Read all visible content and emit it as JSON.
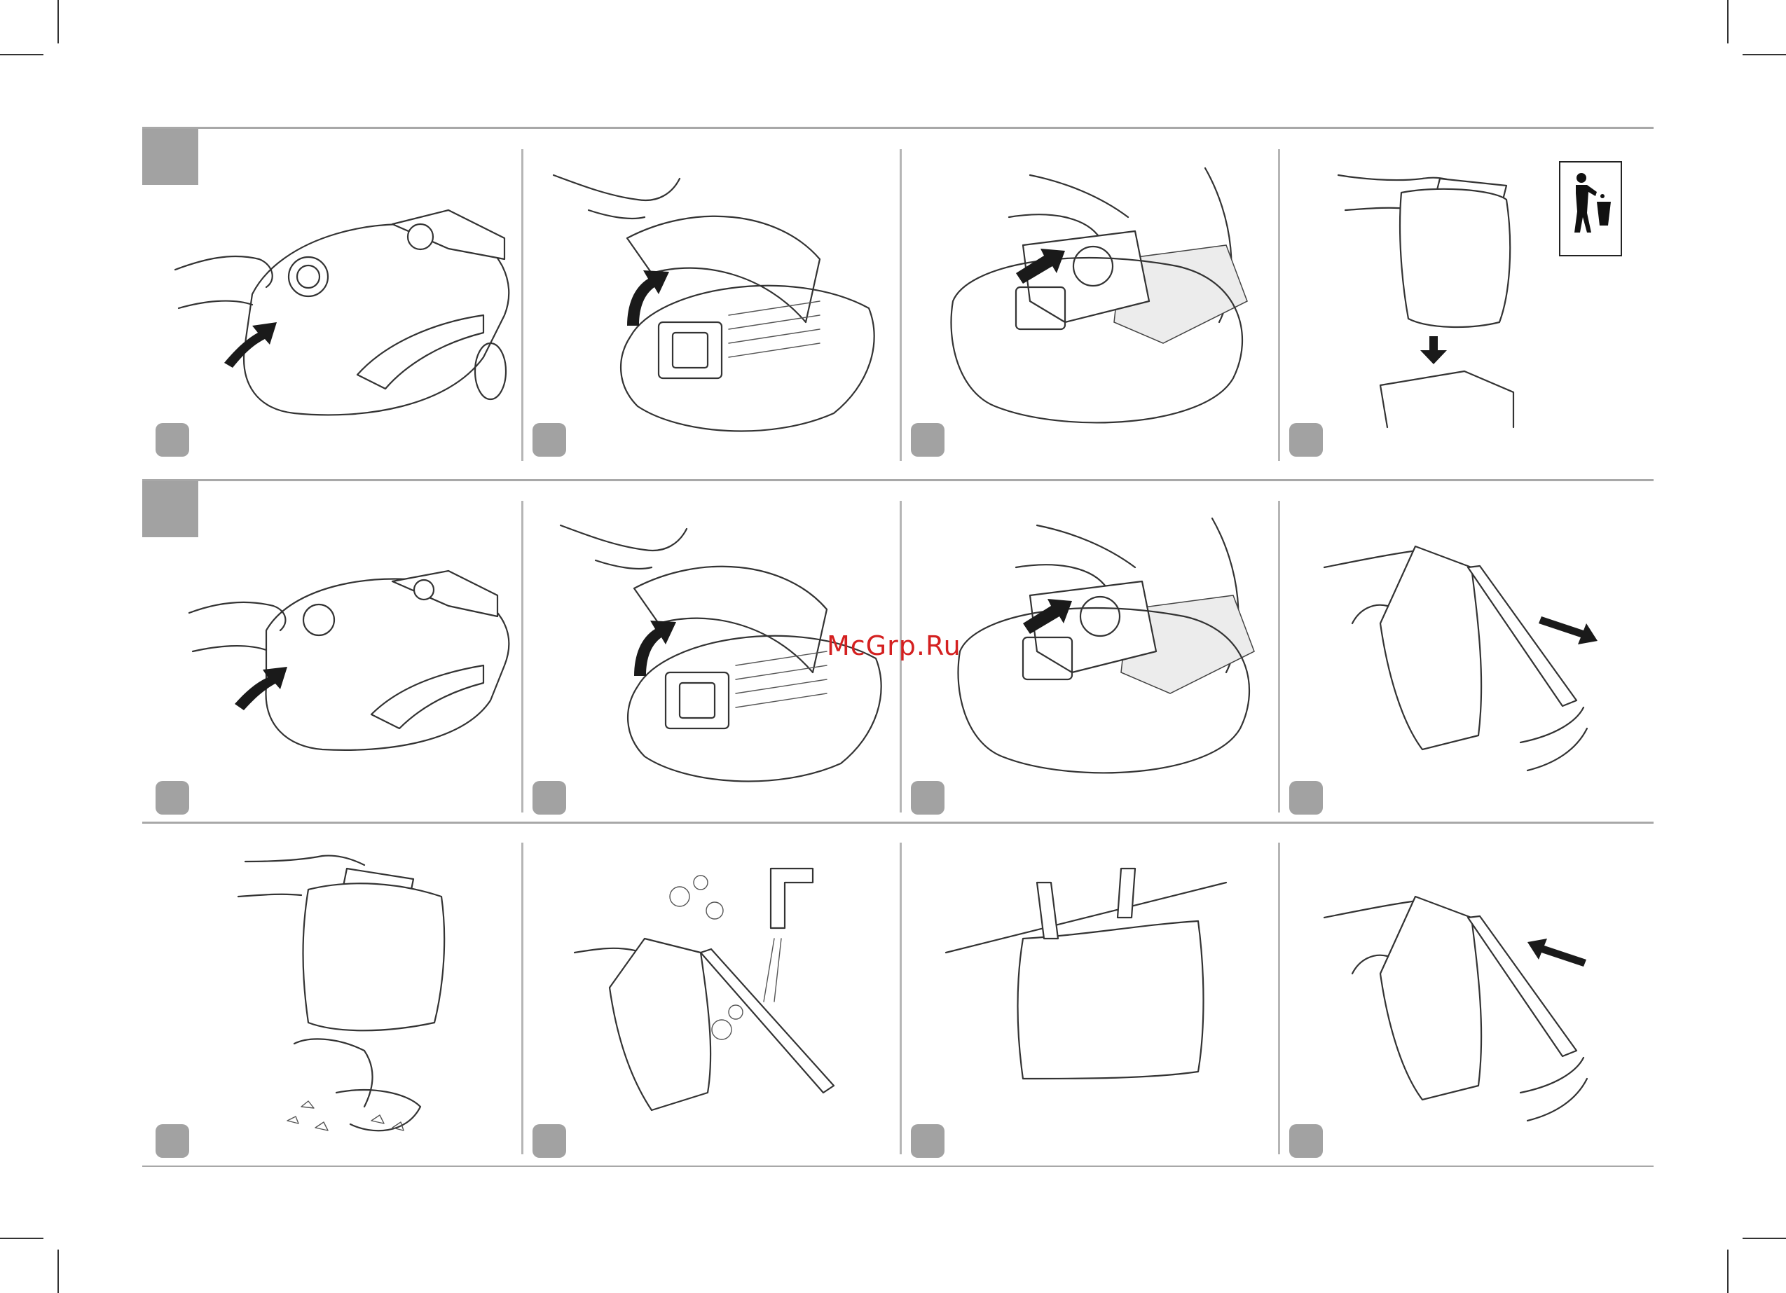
{
  "watermark": "McGrp.Ru",
  "sections": [
    {
      "name": "section-a",
      "steps": [
        {
          "icon": "open-lid-icon"
        },
        {
          "icon": "lift-cover-icon"
        },
        {
          "icon": "remove-bag-icon"
        },
        {
          "icon": "dispose-bag-icon"
        }
      ]
    },
    {
      "name": "section-b",
      "steps": [
        {
          "icon": "open-lid-icon"
        },
        {
          "icon": "lift-cover-icon"
        },
        {
          "icon": "remove-bag-icon"
        },
        {
          "icon": "slide-off-clip-icon"
        }
      ]
    },
    {
      "name": "section-c",
      "steps": [
        {
          "icon": "empty-bag-icon"
        },
        {
          "icon": "rinse-bag-icon"
        },
        {
          "icon": "dry-bag-icon"
        },
        {
          "icon": "slide-on-clip-icon"
        }
      ]
    }
  ],
  "bin_symbol": "do-not-litter-icon",
  "colors": {
    "badge": "#a2a2a2",
    "watermark": "#d42020",
    "ink": "#333333"
  }
}
